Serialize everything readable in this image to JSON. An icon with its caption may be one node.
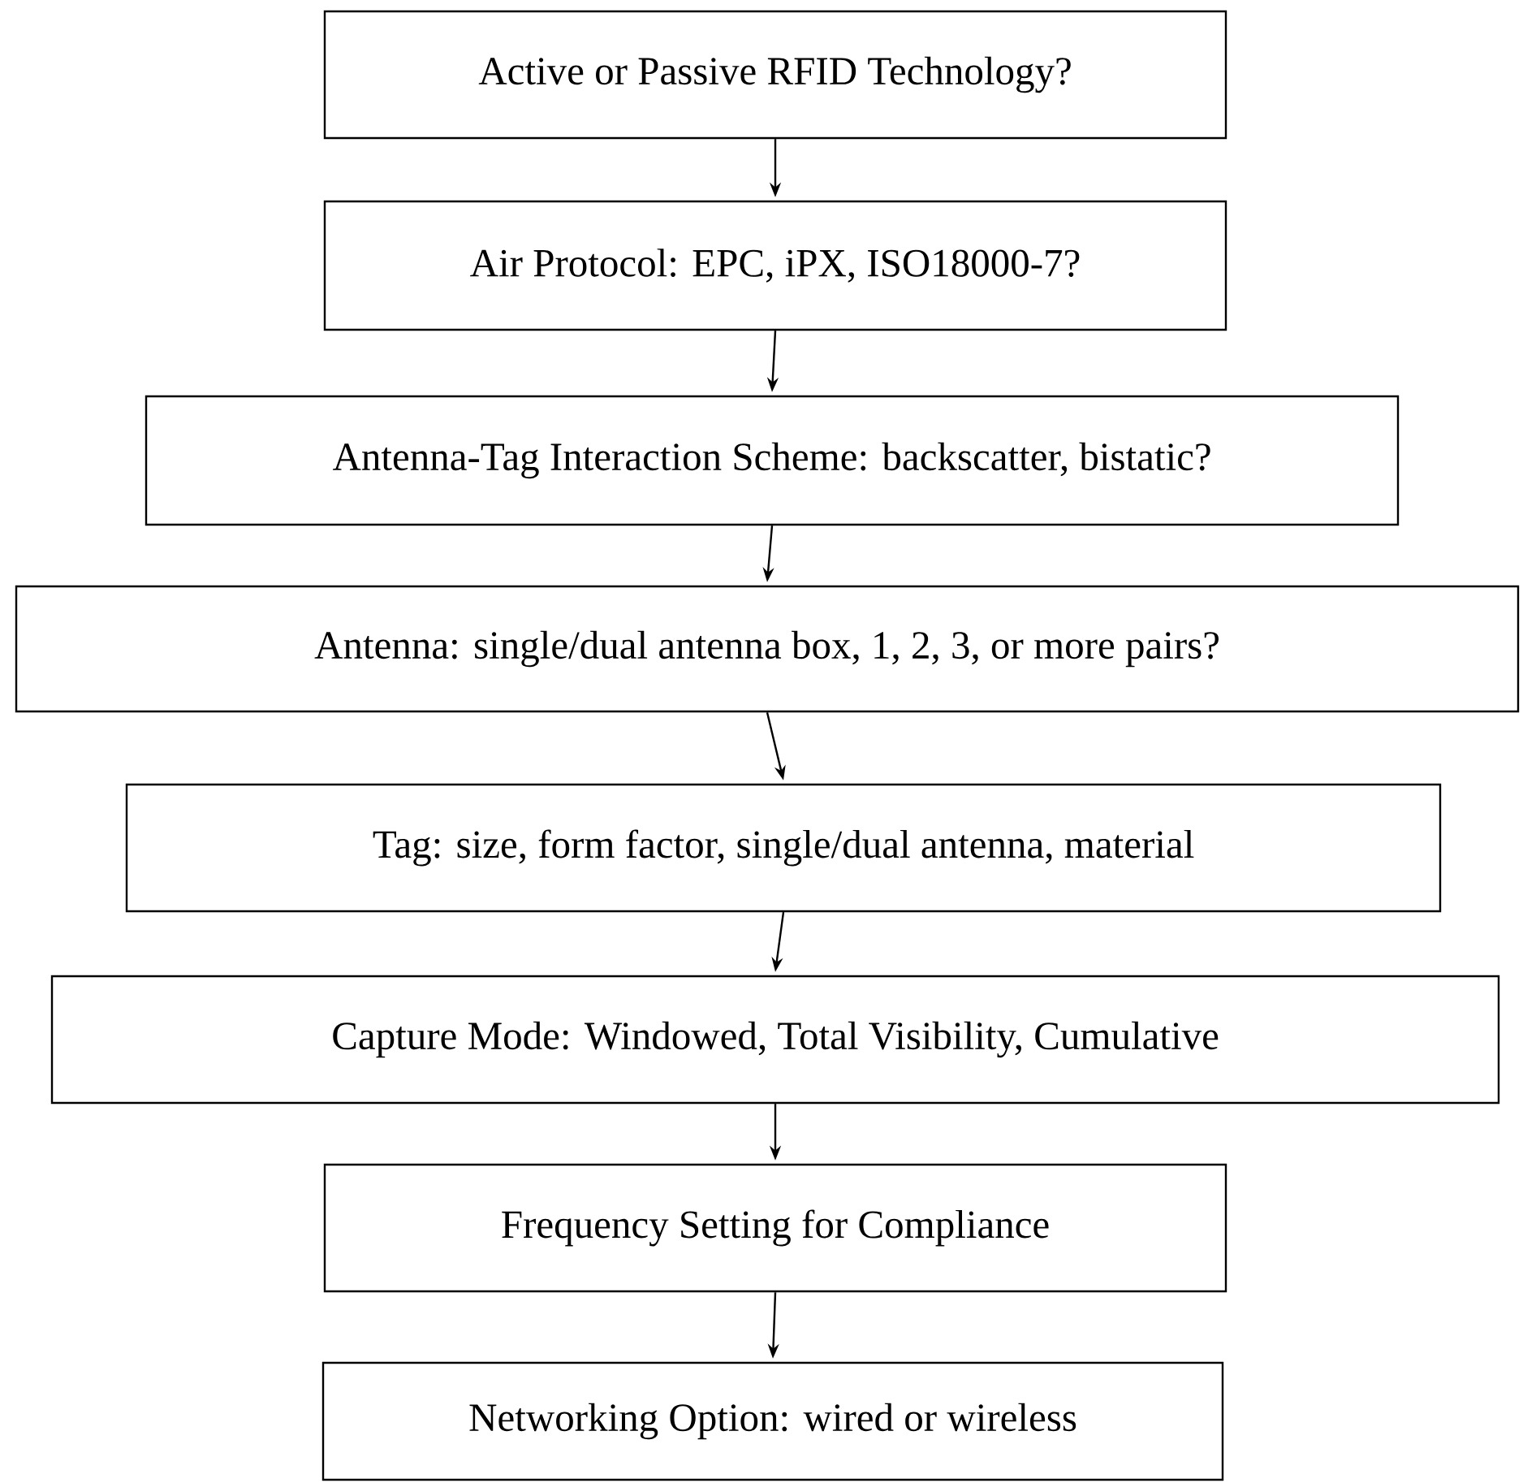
{
  "diagram": {
    "nodes": [
      {
        "text": [
          "Active or Passive RFID Technology?"
        ]
      },
      {
        "text": [
          "Air Protocol: EPC, iPX, ISO18000-7?"
        ]
      },
      {
        "text": [
          "Antenna-Tag Interaction Scheme: backscatter, bistatic?"
        ]
      },
      {
        "text": [
          "Antenna: single/dual antenna box, 1, 2, 3, or more pairs?"
        ]
      },
      {
        "text": [
          "Tag: size, form factor, single/dual antenna, material"
        ]
      },
      {
        "text": [
          "Capture Mode: Windowed, Total Visibility, Cumulative"
        ]
      },
      {
        "text": [
          "Frequency Setting for Compliance"
        ]
      },
      {
        "text": [
          "Networking Option: wired or wireless"
        ]
      }
    ],
    "edges": [
      {
        "from": 0,
        "to": 1,
        "arrow": "to"
      },
      {
        "from": 1,
        "to": 2,
        "arrow": "to"
      },
      {
        "from": 2,
        "to": 3,
        "arrow": "to"
      },
      {
        "from": 3,
        "to": 4,
        "arrow": "to"
      },
      {
        "from": 4,
        "to": 5,
        "arrow": "to"
      },
      {
        "from": 5,
        "to": 6,
        "arrow": "to"
      },
      {
        "from": 6,
        "to": 7,
        "arrow": "to"
      }
    ]
  }
}
